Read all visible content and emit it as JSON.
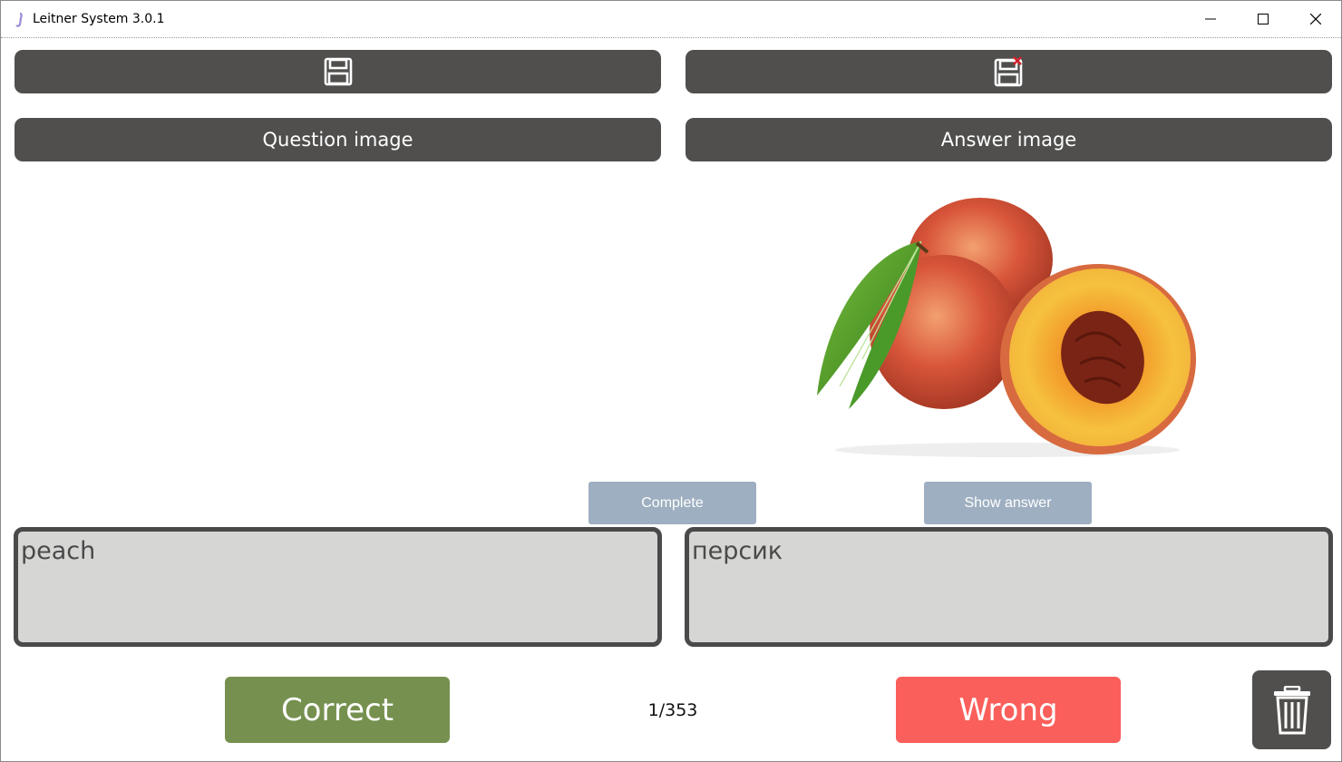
{
  "window": {
    "title": "Leitner System 3.0.1"
  },
  "toolbar": {
    "save_icon": "save-icon",
    "save_delete_icon": "save-delete-icon"
  },
  "image_buttons": {
    "question": "Question image",
    "answer": "Answer image"
  },
  "actions": {
    "complete": "Complete",
    "show_answer": "Show answer"
  },
  "card": {
    "question_text": "peach",
    "answer_text": "персик"
  },
  "review": {
    "correct": "Correct",
    "wrong": "Wrong",
    "counter": "1/353"
  },
  "colors": {
    "dark_button": "#504f4e",
    "blue_button": "#9eafc1",
    "correct": "#76914f",
    "wrong": "#fb5f5b",
    "textbox_bg": "#d6d6d5"
  }
}
